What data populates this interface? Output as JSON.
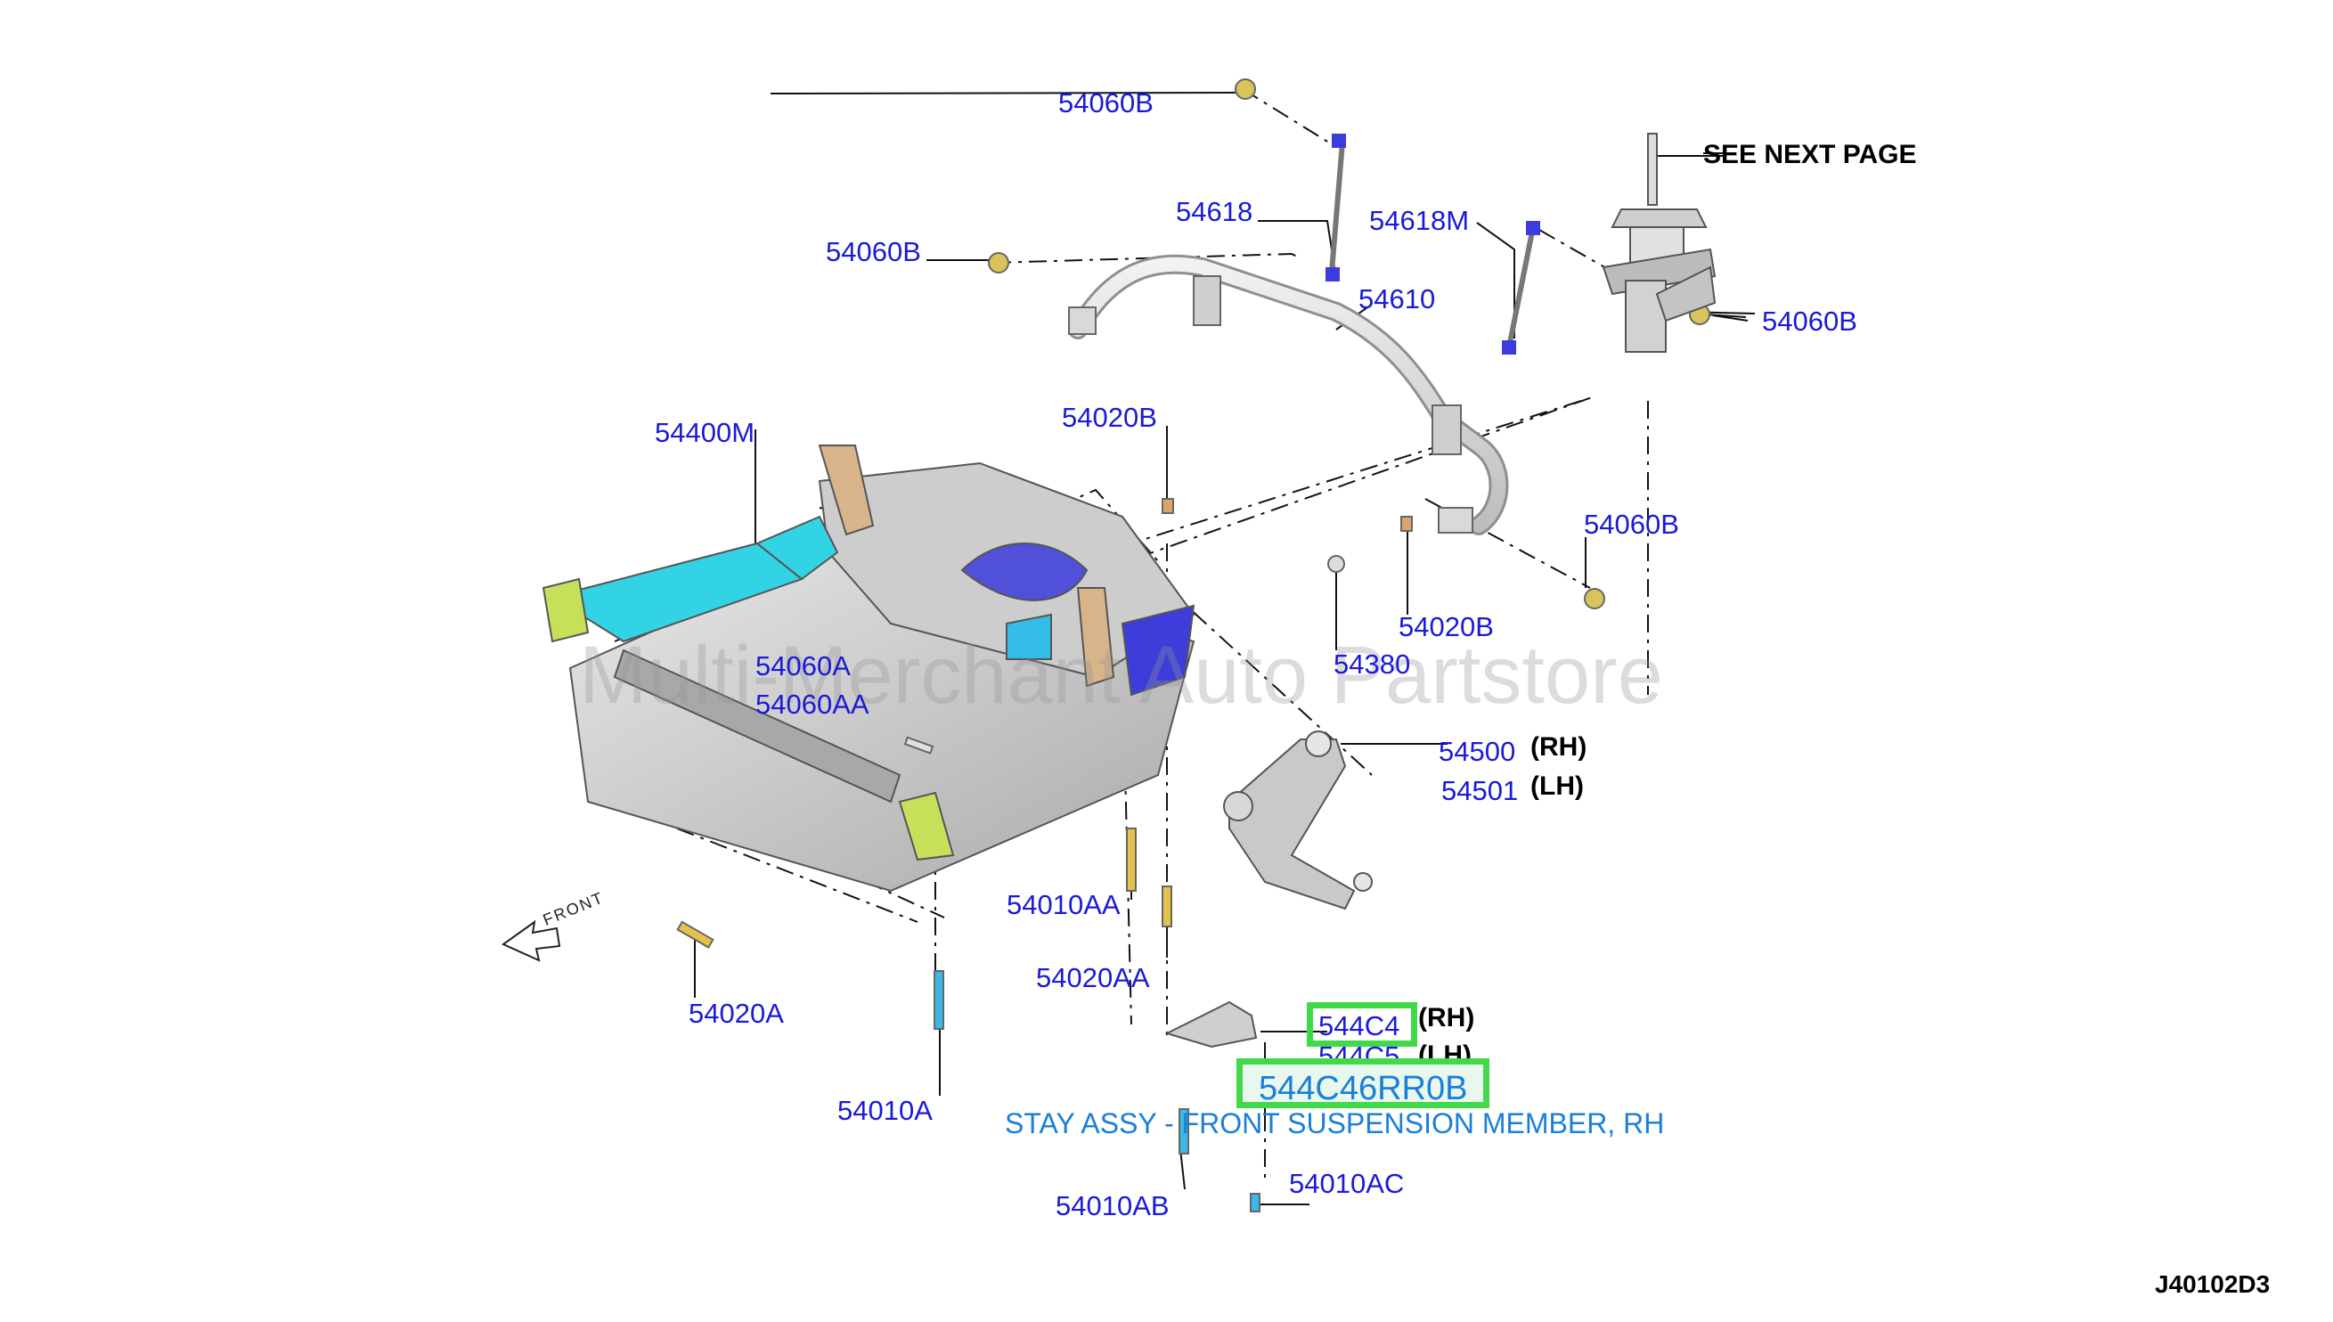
{
  "watermark": "Multi-Merchant Auto Partstore",
  "diagram_code": "J40102D3",
  "see_next_page": "SEE NEXT PAGE",
  "front_label": "FRONT",
  "colors": {
    "label": "#1a1ad8",
    "highlight": "#41d94a",
    "description": "#1a7fd8",
    "member": "#30d6e6",
    "mount": "#2a2ad8",
    "bracket": "#c6e05a"
  },
  "labels": {
    "l54060B_top": "54060B",
    "l54618": "54618",
    "l54060B_left": "54060B",
    "l54618M": "54618M",
    "l54610": "54610",
    "l54060B_right": "54060B",
    "l54020B_top": "54020B",
    "l54400M": "54400M",
    "l54060B_mid": "54060B",
    "l54020B_mid": "54020B",
    "l54380": "54380",
    "l54060A": "54060A",
    "l54060AA": "54060AA",
    "l54500": "54500",
    "l54501": "54501",
    "l54010AA": "54010AA",
    "l54020AA": "54020AA",
    "l54020A": "54020A",
    "l544C4": "544C4",
    "l544C5": "544C5",
    "l544C46RR0B": "544C46RR0B",
    "l54010A": "54010A",
    "l54010AB": "54010AB",
    "l54010AC": "54010AC"
  },
  "side_tags": {
    "rh1": "(RH)",
    "lh1": "(LH)",
    "rh2": "(RH)",
    "lh2": "(LH)"
  },
  "description": "STAY ASSY - FRONT SUSPENSION MEMBER, RH"
}
